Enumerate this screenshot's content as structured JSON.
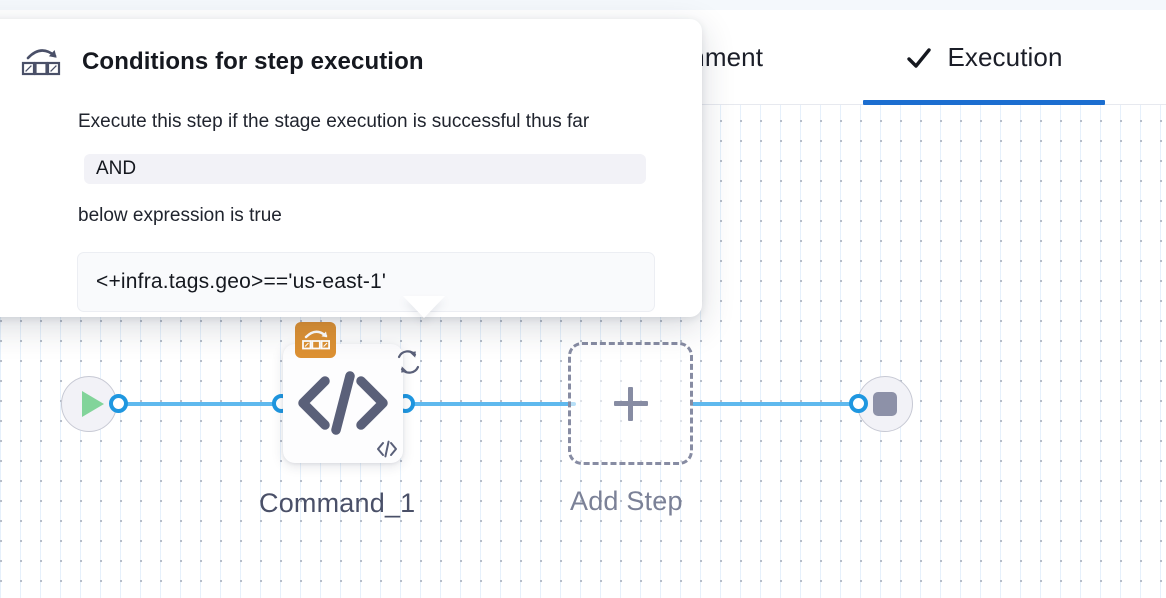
{
  "header": {
    "tabs": [
      {
        "id": "environment",
        "label": "ronment",
        "full_label": "Environment",
        "active": false,
        "icon": ""
      },
      {
        "id": "execution",
        "label": "Execution",
        "active": true,
        "icon": "check-icon"
      }
    ]
  },
  "popover": {
    "icon": "conditional-execution-icon",
    "title": "Conditions for step execution",
    "subtitle": "Execute this step if the stage execution is successful thus far",
    "operator_value": "AND",
    "subtitle2": "below expression is true",
    "expression": "<+infra.tags.geo>=='us-east-1'"
  },
  "graph": {
    "start_node": {
      "name": "start-node",
      "icon": "play-icon"
    },
    "end_node": {
      "name": "end-node",
      "icon": "stop-icon"
    },
    "command_node": {
      "label": "Command_1",
      "main_icon": "code-icon",
      "retry_icon": "retry-loop-icon",
      "mini_icon": "code-icon",
      "badge_icon": "conditional-execution-icon",
      "badge_color": "#dd9133"
    },
    "add_step": {
      "label": "Add Step",
      "icon": "plus-icon"
    },
    "edge_color": "#5fb9ee",
    "port_color": "#1f97e0"
  },
  "colors": {
    "accent_blue": "#1c6ed0",
    "edge_blue": "#5fb9ee",
    "badge_orange": "#dd9133",
    "play_green": "#82d49a",
    "stop_gray": "#8d91a8"
  }
}
